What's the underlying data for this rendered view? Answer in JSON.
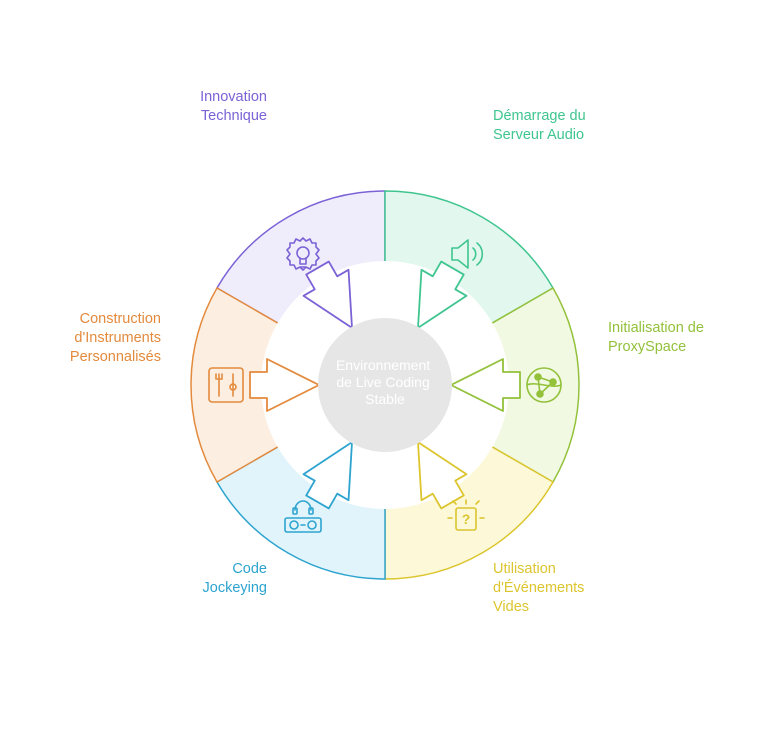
{
  "center": {
    "lines": [
      "Environnement",
      "de Live Coding",
      "Stable"
    ]
  },
  "segments": [
    {
      "id": "innovation",
      "lines": [
        "Innovation",
        "Technique"
      ],
      "color": "#7b62d6",
      "fill": "#efecfb",
      "icon": "gear-bulb-icon"
    },
    {
      "id": "audio",
      "lines": [
        "Démarrage du",
        "Serveur Audio"
      ],
      "color": "#3fc58f",
      "fill": "#e2f8ee",
      "icon": "speaker-icon"
    },
    {
      "id": "proxyspace",
      "lines": [
        "Initialisation de",
        "ProxySpace"
      ],
      "color": "#93c13a",
      "fill": "#f1f9e3",
      "icon": "network-globe-icon"
    },
    {
      "id": "events",
      "lines": [
        "Utilisation",
        "d'Événements",
        "Vides"
      ],
      "color": "#dcc52e",
      "fill": "#fdf8d8",
      "icon": "question-bulb-icon"
    },
    {
      "id": "jockeying",
      "lines": [
        "Code",
        "Jockeying"
      ],
      "color": "#2da4cf",
      "fill": "#e1f4fb",
      "icon": "dj-headphones-icon"
    },
    {
      "id": "instruments",
      "lines": [
        "Construction",
        "d'Instruments",
        "Personnalisés"
      ],
      "color": "#e38a3d",
      "fill": "#fdeee2",
      "icon": "tools-icon"
    }
  ]
}
